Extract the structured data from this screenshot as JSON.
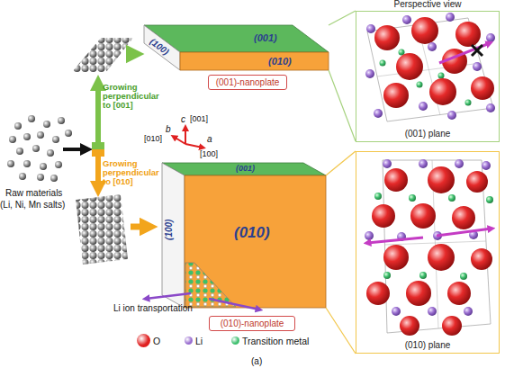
{
  "diagram": {
    "nodes": [
      {
        "text": [
          "(001)-nanoplate"
        ]
      },
      {
        "text": [
          "Perspective view",
          "(001) plane"
        ]
      },
      {
        "text": [
          "(010)-nanoplate"
        ]
      },
      {
        "text": [
          "(010) plane"
        ]
      }
    ],
    "labels": [
      "(001)",
      "(100)",
      "(010)",
      "Growing perpendicular to [001]",
      "Growing perpendicular to [010]",
      "Raw materials",
      "(Li, Ni, Mn salts)",
      "c",
      "[001]",
      "b",
      "[010]",
      "a",
      "[100]",
      "(001)",
      "(100)",
      "(010)",
      "Li ion transportation",
      "(a)"
    ],
    "legend": [
      {
        "text": "O",
        "color": "#e02020"
      },
      {
        "text": "Li",
        "color": "#9a6fd0"
      },
      {
        "text": "Transition metal",
        "color": "#40c070"
      }
    ]
  }
}
